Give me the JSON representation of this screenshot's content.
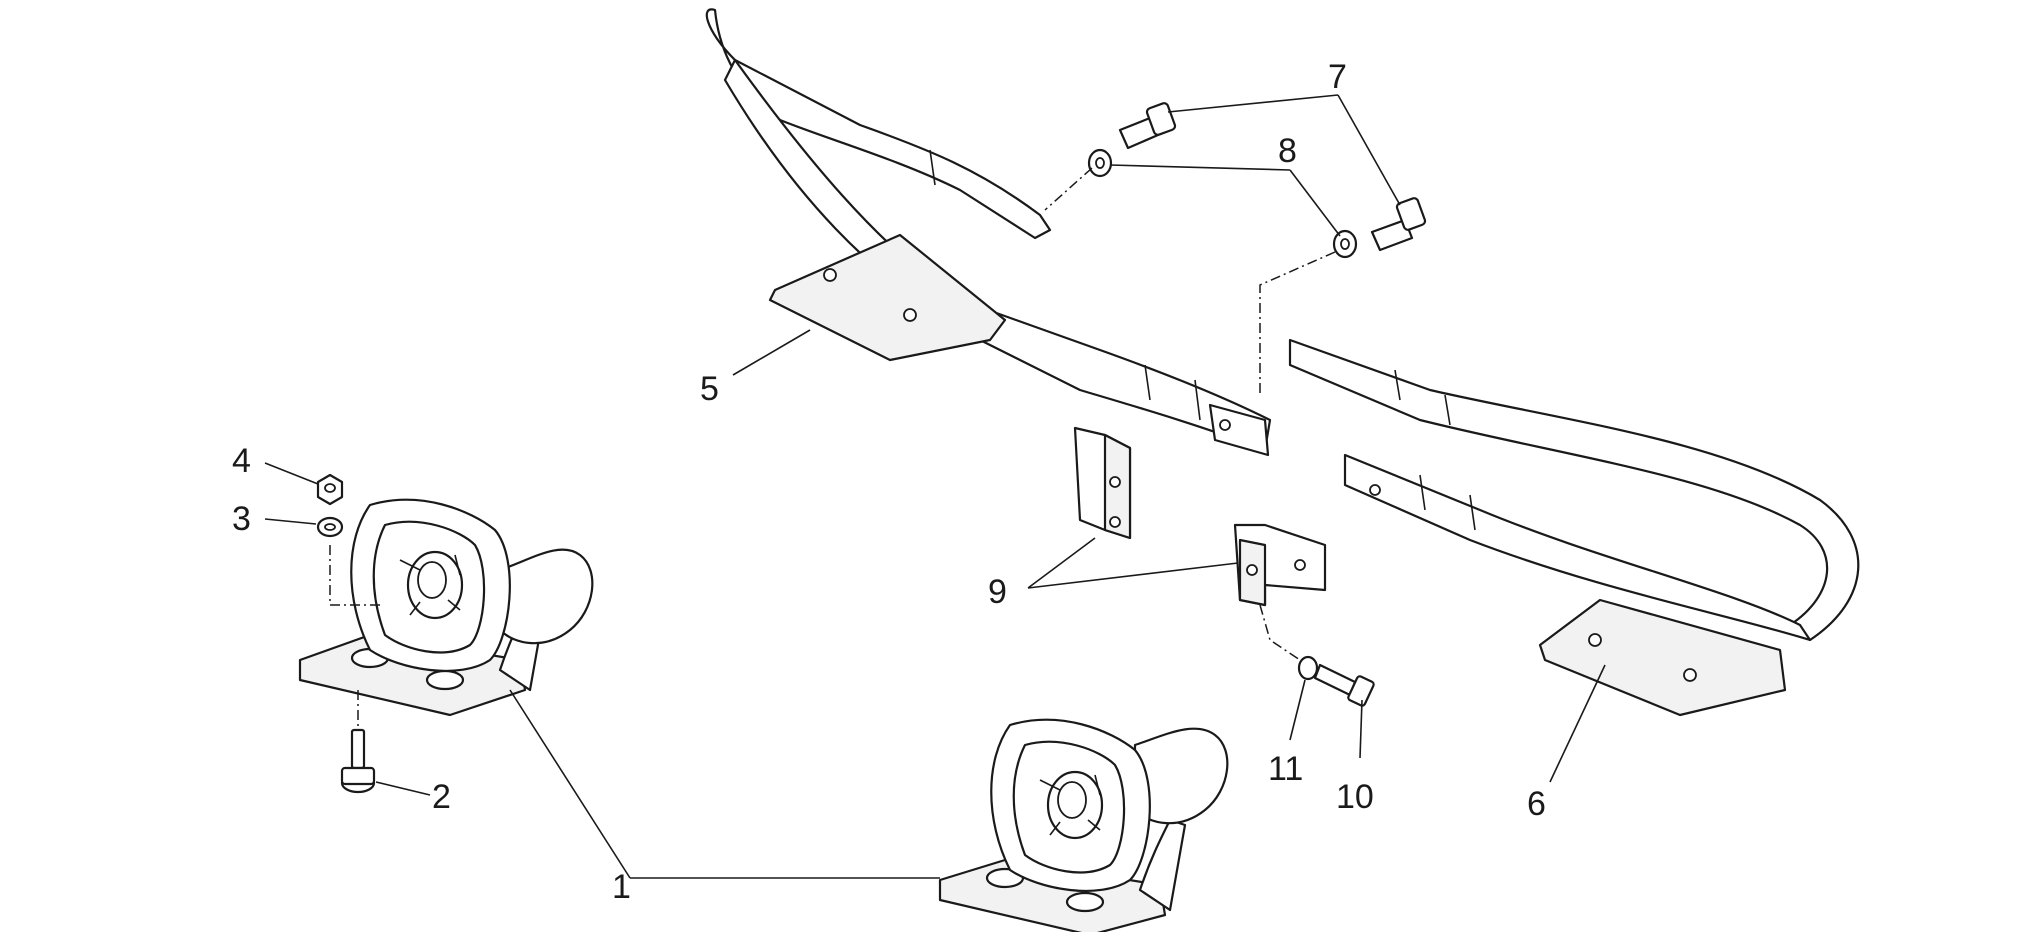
{
  "callouts": [
    {
      "id": "callout-1",
      "label": "1"
    },
    {
      "id": "callout-2",
      "label": "2"
    },
    {
      "id": "callout-3",
      "label": "3"
    },
    {
      "id": "callout-4",
      "label": "4"
    },
    {
      "id": "callout-5",
      "label": "5"
    },
    {
      "id": "callout-6",
      "label": "6"
    },
    {
      "id": "callout-7",
      "label": "7"
    },
    {
      "id": "callout-8",
      "label": "8"
    },
    {
      "id": "callout-9",
      "label": "9"
    },
    {
      "id": "callout-10",
      "label": "10"
    },
    {
      "id": "callout-11",
      "label": "11"
    }
  ],
  "colors": {
    "line": "#1a1a1a",
    "background": "#ffffff"
  }
}
